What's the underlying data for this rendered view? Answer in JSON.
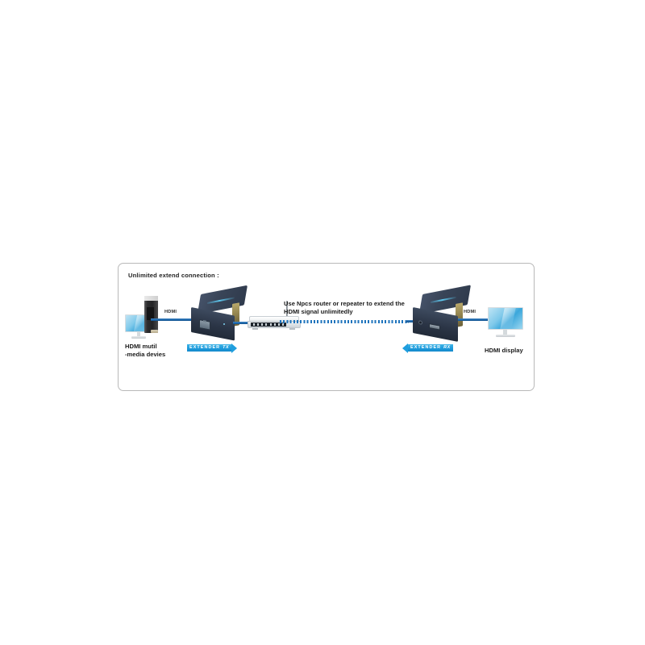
{
  "panel": {
    "title": "Unlimited extend connection :"
  },
  "labels": {
    "source_device": "HDMI mutil\n-media devies",
    "display_device": "HDMI display",
    "hdmi_left": "HDMI",
    "hdmi_right": "HDMI",
    "center_note_line1": "Use Npcs router or repeater to extend the",
    "center_note_line2": "HDMI signal unlimitedly"
  },
  "extenders": {
    "tx": {
      "name": "EXTENDER",
      "suffix": "TX",
      "direction": "right"
    },
    "rx": {
      "name": "EXTENDER",
      "suffix": "RX",
      "direction": "left"
    }
  },
  "colors": {
    "cable_blue": "#1f6bb0",
    "dashed_blue": "#1f74bd",
    "banner_blue": "#1f9ede",
    "device_navy": "#2f3a4c",
    "device_gold": "#8d7f4c",
    "screen_blue": "#3ba7db",
    "panel_border": "#b9b9b9",
    "text_dark": "#1b1b1b"
  }
}
